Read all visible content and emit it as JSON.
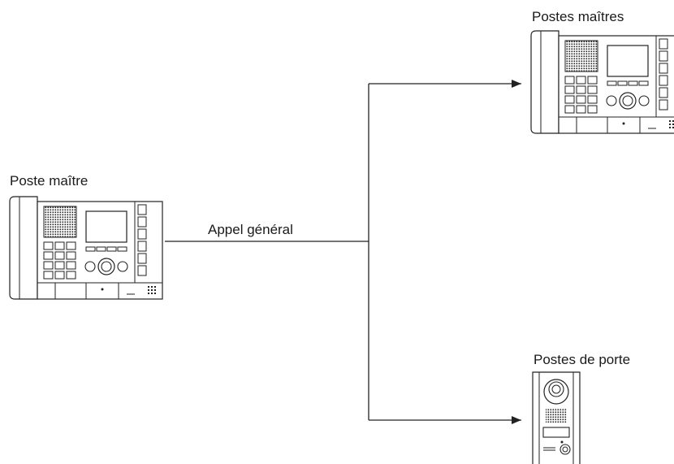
{
  "diagram": {
    "source_label": "Poste maître",
    "connector_label": "Appel général",
    "target_master_label": "Postes maîtres",
    "target_door_label": "Postes de porte"
  }
}
